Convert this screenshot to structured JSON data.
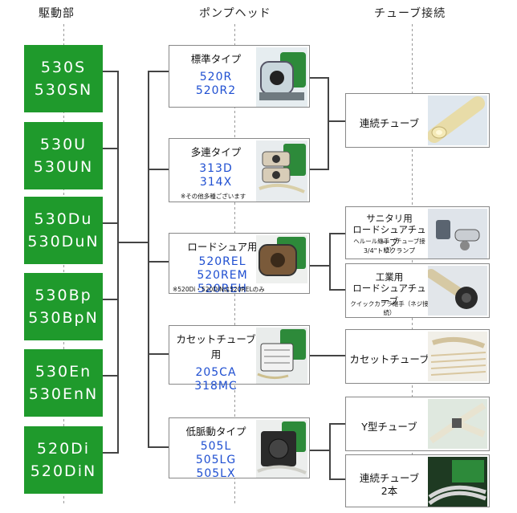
{
  "headers": {
    "drive": "駆動部",
    "pump": "ポンプヘッド",
    "tube": "チューブ接続"
  },
  "drives": [
    {
      "l1": "530S",
      "l2": "530SN"
    },
    {
      "l1": "530U",
      "l2": "530UN"
    },
    {
      "l1": "530Du",
      "l2": "530DuN"
    },
    {
      "l1": "530Bp",
      "l2": "530BpN"
    },
    {
      "l1": "530En",
      "l2": "530EnN"
    },
    {
      "l1": "520Di",
      "l2": "520DiN"
    }
  ],
  "pumps": [
    {
      "name": "標準タイプ",
      "models": [
        "520R",
        "520R2"
      ],
      "note": ""
    },
    {
      "name": "多連タイプ",
      "models": [
        "313D",
        "314X"
      ],
      "note": "※その他多種ございます"
    },
    {
      "name": "ロードシュア用",
      "models": [
        "520REL",
        "520REM",
        "520REH"
      ],
      "note": "※520Di・520DiNは520RELのみ"
    },
    {
      "name": "カセットチューブ用",
      "models": [
        "205CA",
        "318MC"
      ],
      "note": ""
    },
    {
      "name": "低脈動タイプ",
      "models": [
        "505L",
        "505LG",
        "505LX"
      ],
      "note": ""
    }
  ],
  "tubes": [
    {
      "l1": "連続チューブ",
      "l2": "",
      "sub1": "",
      "sub2": ""
    },
    {
      "l1": "サニタリ用",
      "l2": "ロードシュアチューブ",
      "sub1": "ヘルール継手（チューブ接続）",
      "sub2": "3/4\"トリクランプ"
    },
    {
      "l1": "工業用",
      "l2": "ロードシュアチューブ",
      "sub1": "クイックカプラ継手（ネジ接続）",
      "sub2": ""
    },
    {
      "l1": "カセットチューブ",
      "l2": "",
      "sub1": "",
      "sub2": ""
    },
    {
      "l1": "Y型チューブ",
      "l2": "",
      "sub1": "",
      "sub2": ""
    },
    {
      "l1": "連続チューブ",
      "l2": "2本",
      "sub1": "",
      "sub2": ""
    }
  ],
  "colors": {
    "drive_green": "#1f9a2c",
    "model_blue": "#1f4fd1",
    "connector": "#444444"
  }
}
